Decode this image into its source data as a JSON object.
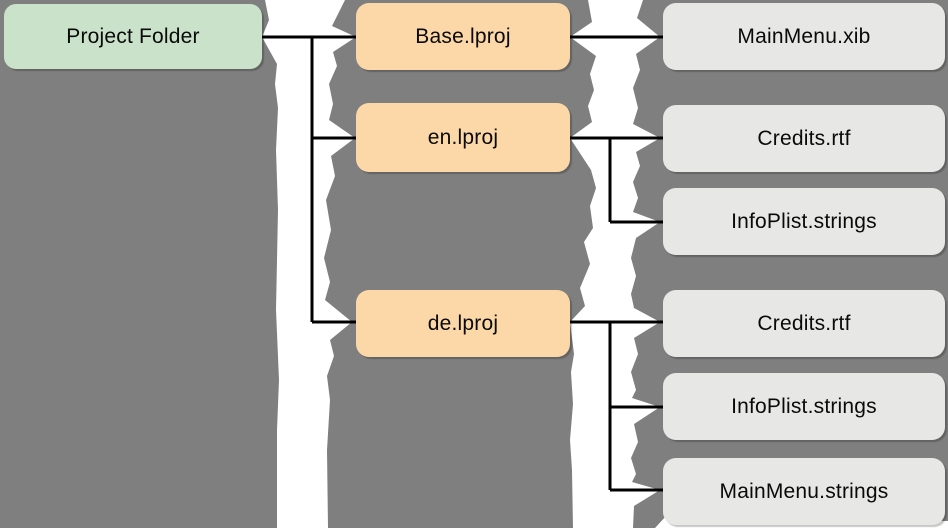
{
  "diagram": {
    "root": {
      "label": "Project Folder"
    },
    "folders": [
      {
        "label": "Base.lproj",
        "files": [
          {
            "label": "MainMenu.xib"
          }
        ]
      },
      {
        "label": "en.lproj",
        "files": [
          {
            "label": "Credits.rtf"
          },
          {
            "label": "InfoPlist.strings"
          }
        ]
      },
      {
        "label": "de.lproj",
        "files": [
          {
            "label": "Credits.rtf"
          },
          {
            "label": "InfoPlist.strings"
          },
          {
            "label": "MainMenu.strings"
          }
        ]
      }
    ],
    "colors": {
      "background": "#7f7f7f",
      "root_node_fill": "#c9e2c9",
      "folder_node_fill": "#fcd8a8",
      "file_node_fill": "#e7e8e6",
      "connector": "#000000",
      "torn_edge": "#ffffff"
    }
  }
}
